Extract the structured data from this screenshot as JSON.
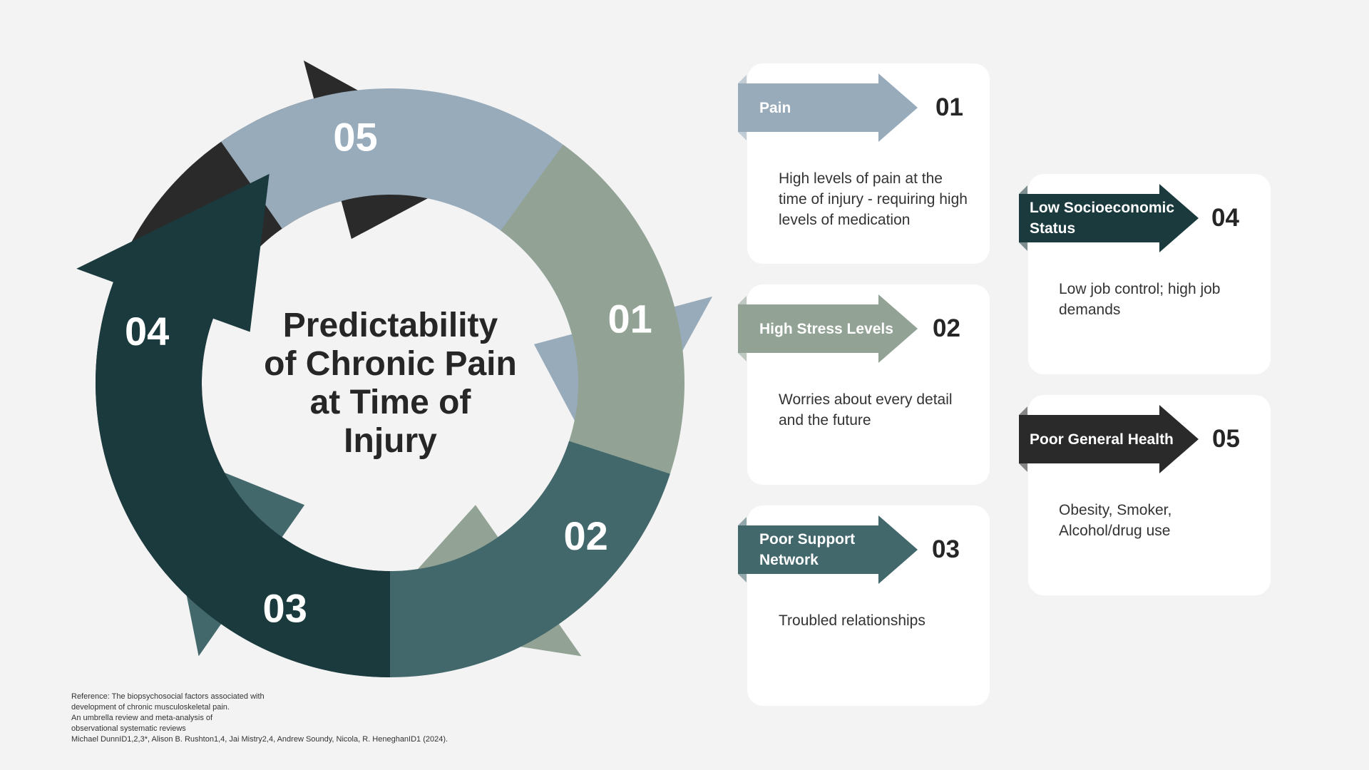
{
  "colors": {
    "background": "#f3f3f3",
    "step_01": "#98abbb",
    "step_02": "#92a395",
    "step_03": "#42686c",
    "step_04": "#1b3a3e",
    "step_05": "#2a2a2a",
    "card": "#ffffff",
    "text": "#262626"
  },
  "diagram": {
    "title_lines": [
      "Predictability",
      "of Chronic Pain",
      "at Time of",
      "Injury"
    ],
    "steps": [
      {
        "num": "01",
        "label": "Pain",
        "description": "High levels of pain at the time of injury - requiring high levels of medication",
        "color": "#98abbb"
      },
      {
        "num": "02",
        "label": "High Stress Levels",
        "description": "Worries about every detail and the future",
        "color": "#92a395"
      },
      {
        "num": "03",
        "label": "Poor Support Network",
        "description": "Troubled relationships",
        "color": "#42686c"
      },
      {
        "num": "04",
        "label": "Low Socioeconomic Status",
        "description": "Low job control; high job demands",
        "color": "#1b3a3e"
      },
      {
        "num": "05",
        "label": "Poor General Health",
        "description": "Obesity, Smoker, Alcohol/drug use",
        "color": "#2a2a2a"
      }
    ]
  },
  "reference": {
    "lines": [
      "Reference: The biopsychosocial factors associated with",
      "development of chronic musculoskeletal pain.",
      "An umbrella review and meta-analysis of",
      "observational systematic reviews",
      "Michael DunnID1,2,3*, Alison B. Rushton1,4, Jai Mistry2,4, Andrew Soundy, Nicola, R. HeneghanID1 (2024)."
    ]
  }
}
